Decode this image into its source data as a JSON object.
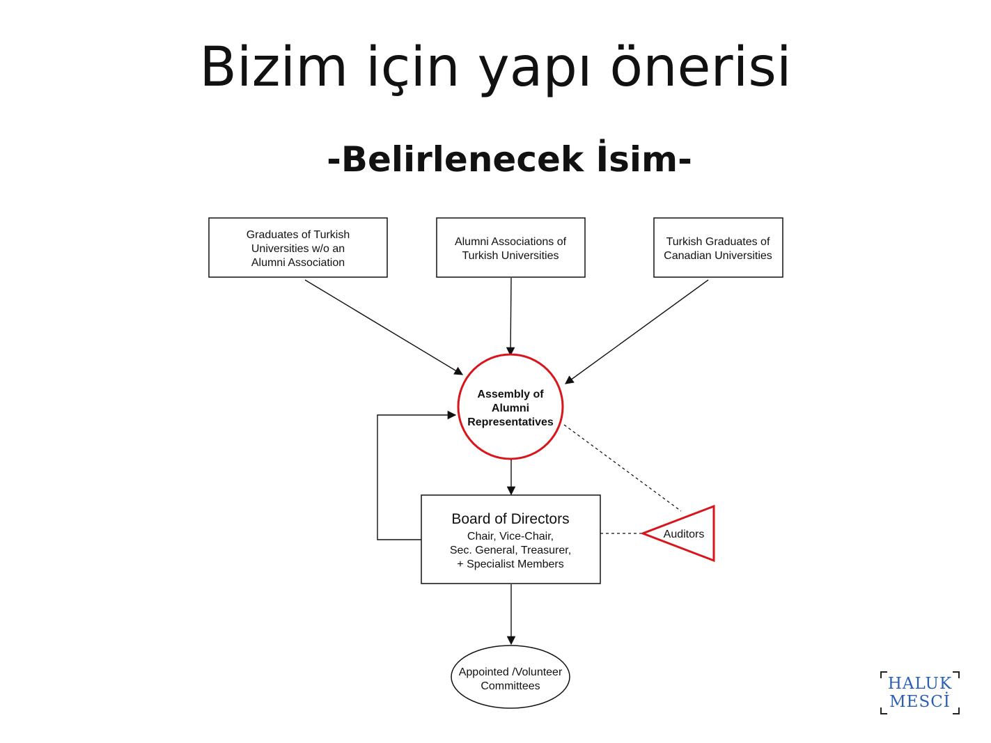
{
  "title": "Bizim için yapı önerisi",
  "subtitle": "-Belirlenecek İsim-",
  "colors": {
    "accent": "#d9151b",
    "line": "#111111",
    "logo": "#2a5fb5"
  },
  "diagram": {
    "nodes": {
      "graduates_no_assoc": [
        "Graduates of Turkish",
        "Universities w/o an",
        "Alumni Association"
      ],
      "alumni_associations": [
        "Alumni Associations of",
        "Turkish Universities"
      ],
      "canadian_graduates": [
        "Turkish Graduates of",
        "Canadian Universities"
      ],
      "assembly": [
        "Assembly of",
        "Alumni",
        "Representatives"
      ],
      "board_title": "Board of Directors",
      "board_members": [
        "Chair, Vice-Chair,",
        "Sec. General, Treasurer,",
        "+ Specialist Members"
      ],
      "auditors": "Auditors",
      "committees": [
        "Appointed /Volunteer",
        "Committees"
      ]
    }
  },
  "logo": {
    "line1": "HALUK",
    "line2": "MESCİ"
  }
}
